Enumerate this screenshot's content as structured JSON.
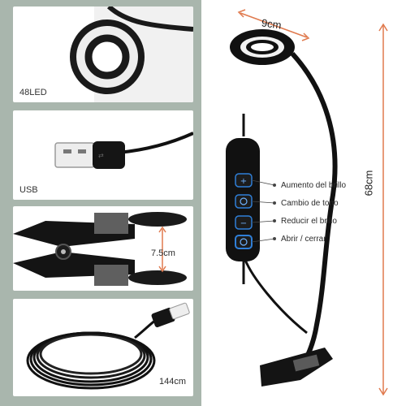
{
  "panels": {
    "ring": {
      "label": "48LED"
    },
    "usb": {
      "label": "USB"
    },
    "clip": {
      "measure": "7.5cm"
    },
    "cable": {
      "length": "144cm"
    }
  },
  "lamp": {
    "head_diameter": "9cm",
    "height": "68cm",
    "controls": [
      {
        "label": "Aumento del brillo",
        "icon": "plus-icon"
      },
      {
        "label": "Cambio de tono",
        "icon": "tone-icon"
      },
      {
        "label": "Reducir el brillo",
        "icon": "minus-icon"
      },
      {
        "label": "Abrir / cerrar",
        "icon": "power-icon"
      }
    ]
  },
  "colors": {
    "background_band": "#a9b6ad",
    "dimension_arrow": "#e07a4e",
    "button_glow": "#2f7fd8",
    "lamp_body": "#111111"
  }
}
